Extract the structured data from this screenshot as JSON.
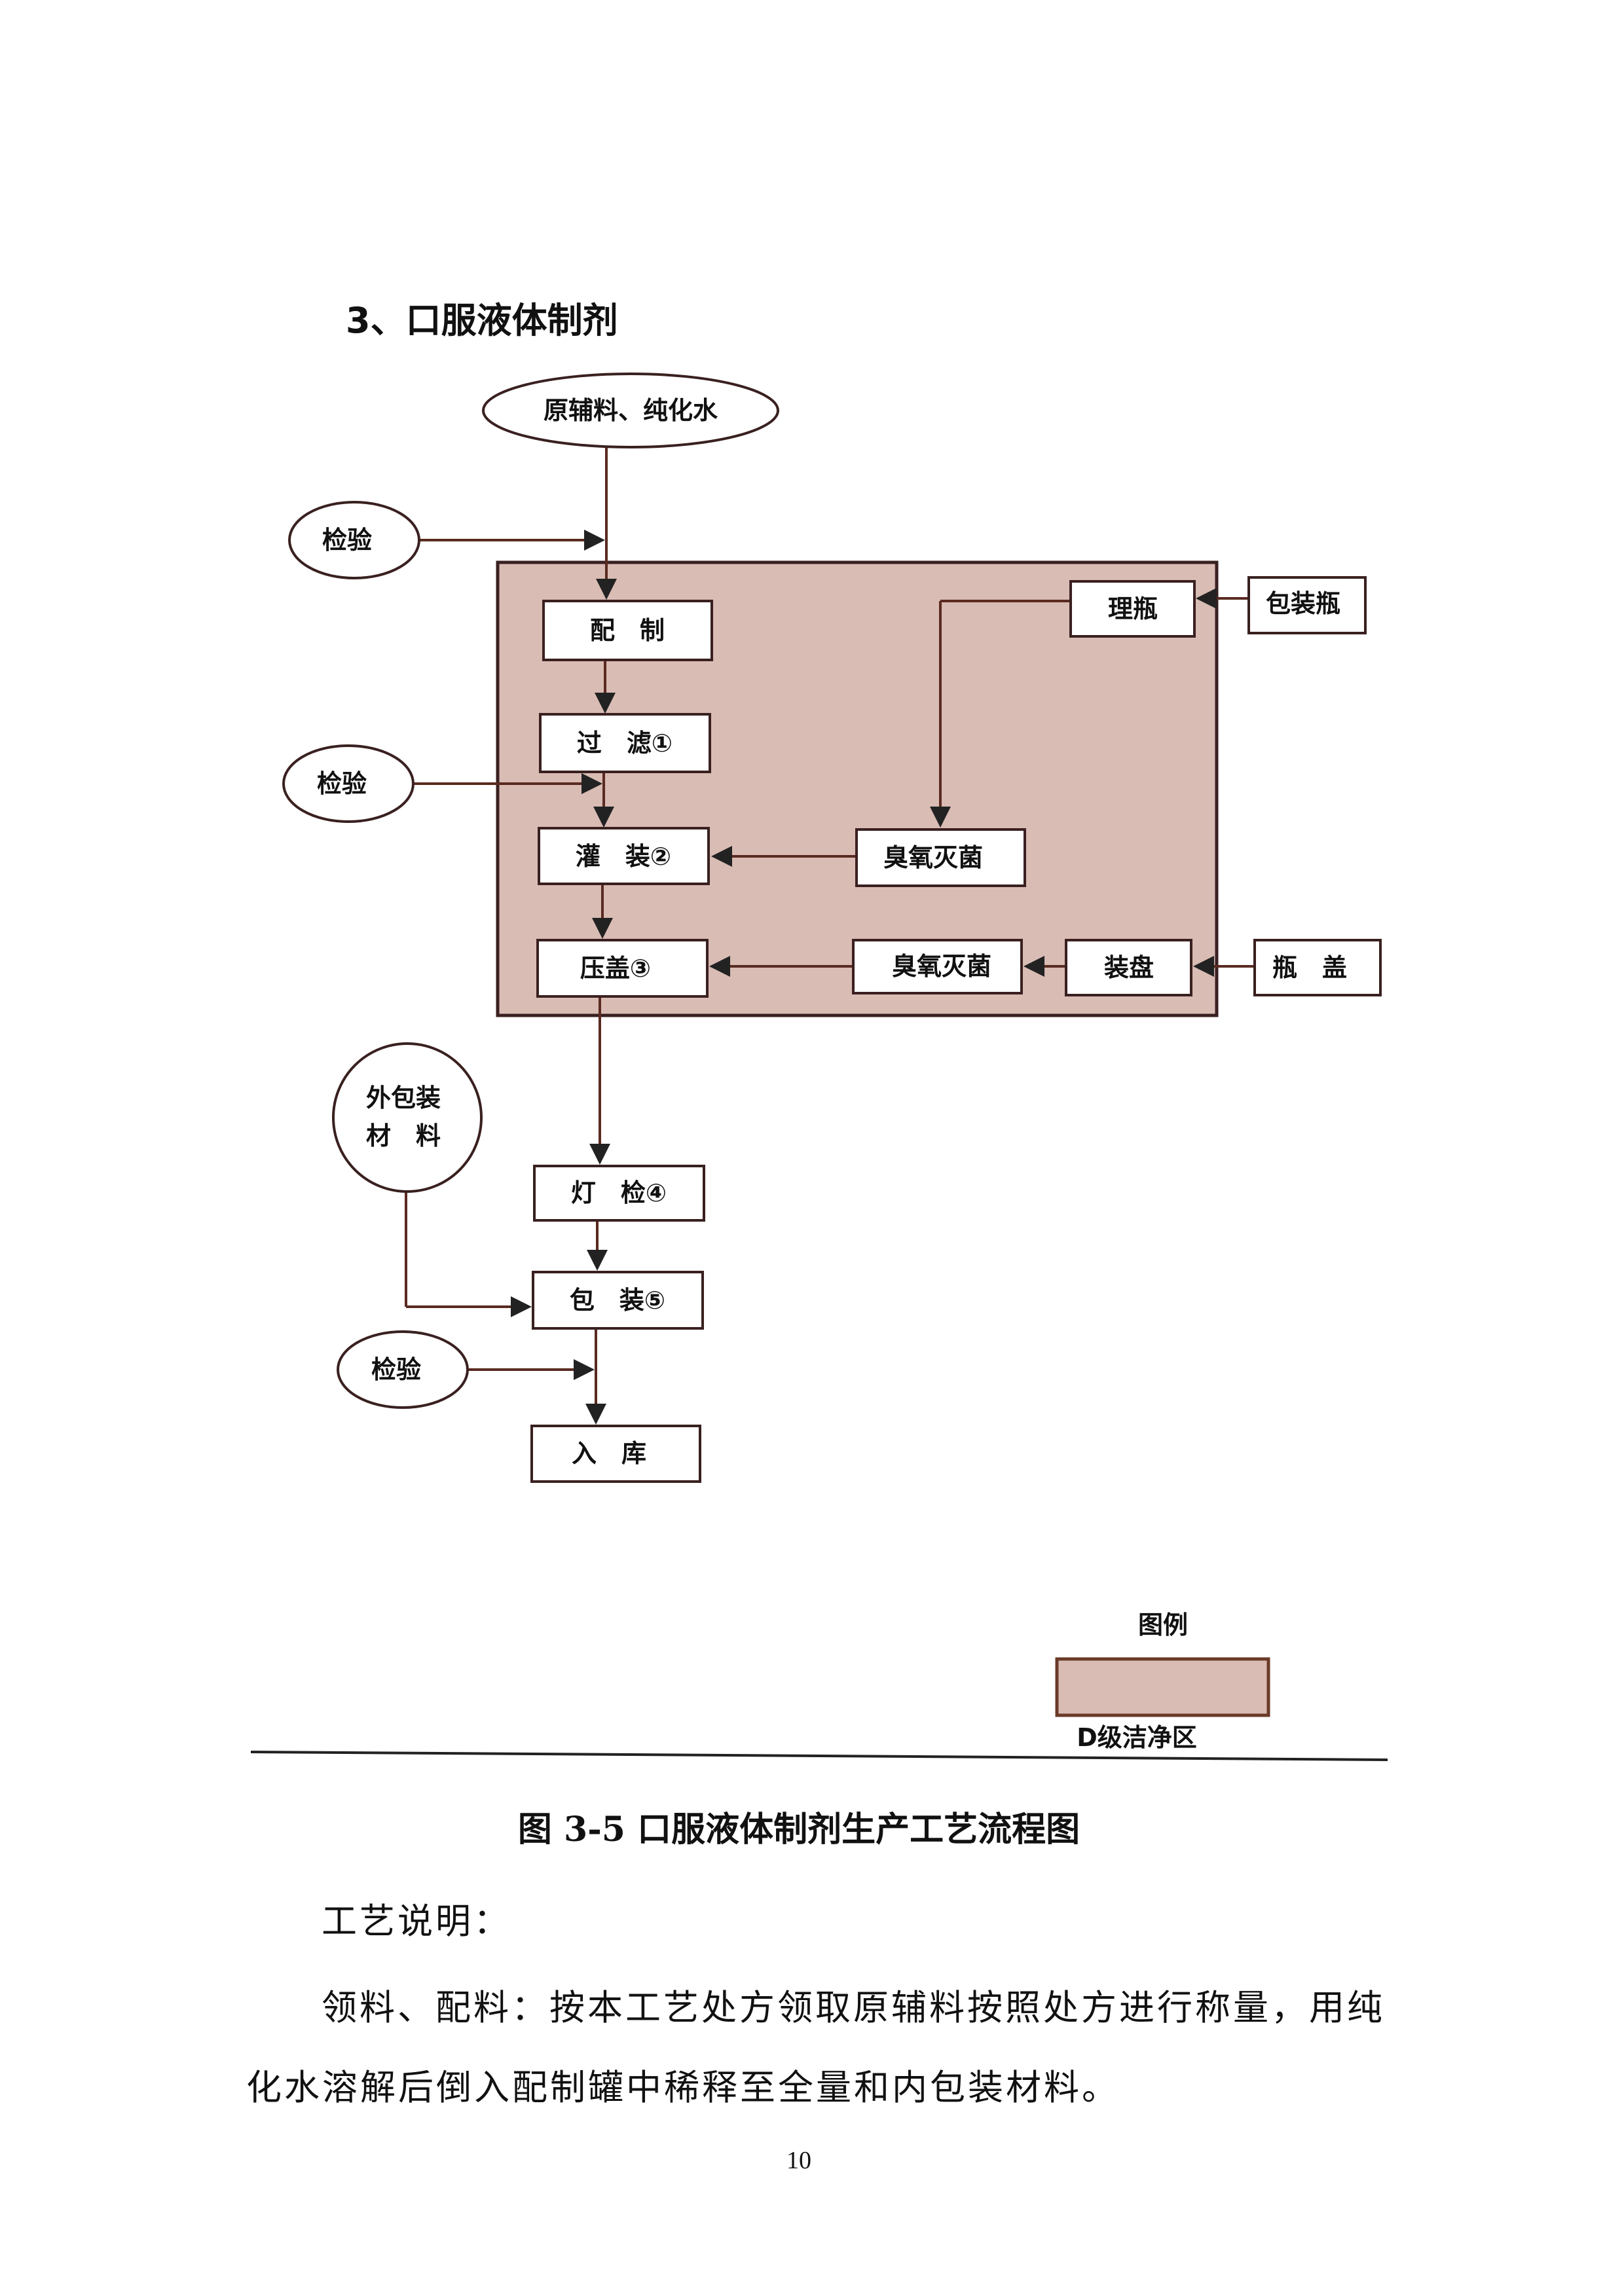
{
  "section_title": "3、口服液体制剂",
  "colors": {
    "clean_area": "#d9bcb4",
    "line": "#5a2a20"
  },
  "flowchart": {
    "start": "原辅料、纯化水",
    "inspect": "检验",
    "steps": [
      "配　制",
      "过　滤①",
      "灌　装②",
      "压盖③",
      "灯　检④",
      "包　装⑤",
      "入　库"
    ],
    "bottle_sort": "理瓶",
    "packaging_bottle": "包装瓶",
    "ozone_sterilize": "臭氧灭菌",
    "tray": "装盘",
    "bottle_cap": "瓶　盖",
    "outer_material_line1": "外包装",
    "outer_material_line2": "材　料"
  },
  "legend": {
    "title": "图例",
    "label": "D级洁净区"
  },
  "caption": "图 3-5  口服液体制剂生产工艺流程图",
  "description": {
    "heading": "工艺说明：",
    "line1": "领料、配料：按本工艺处方领取原辅料按照处方进行称量，用纯",
    "line2": "化水溶解后倒入配制罐中稀释至全量和内包装材料。"
  },
  "page_number": "10"
}
